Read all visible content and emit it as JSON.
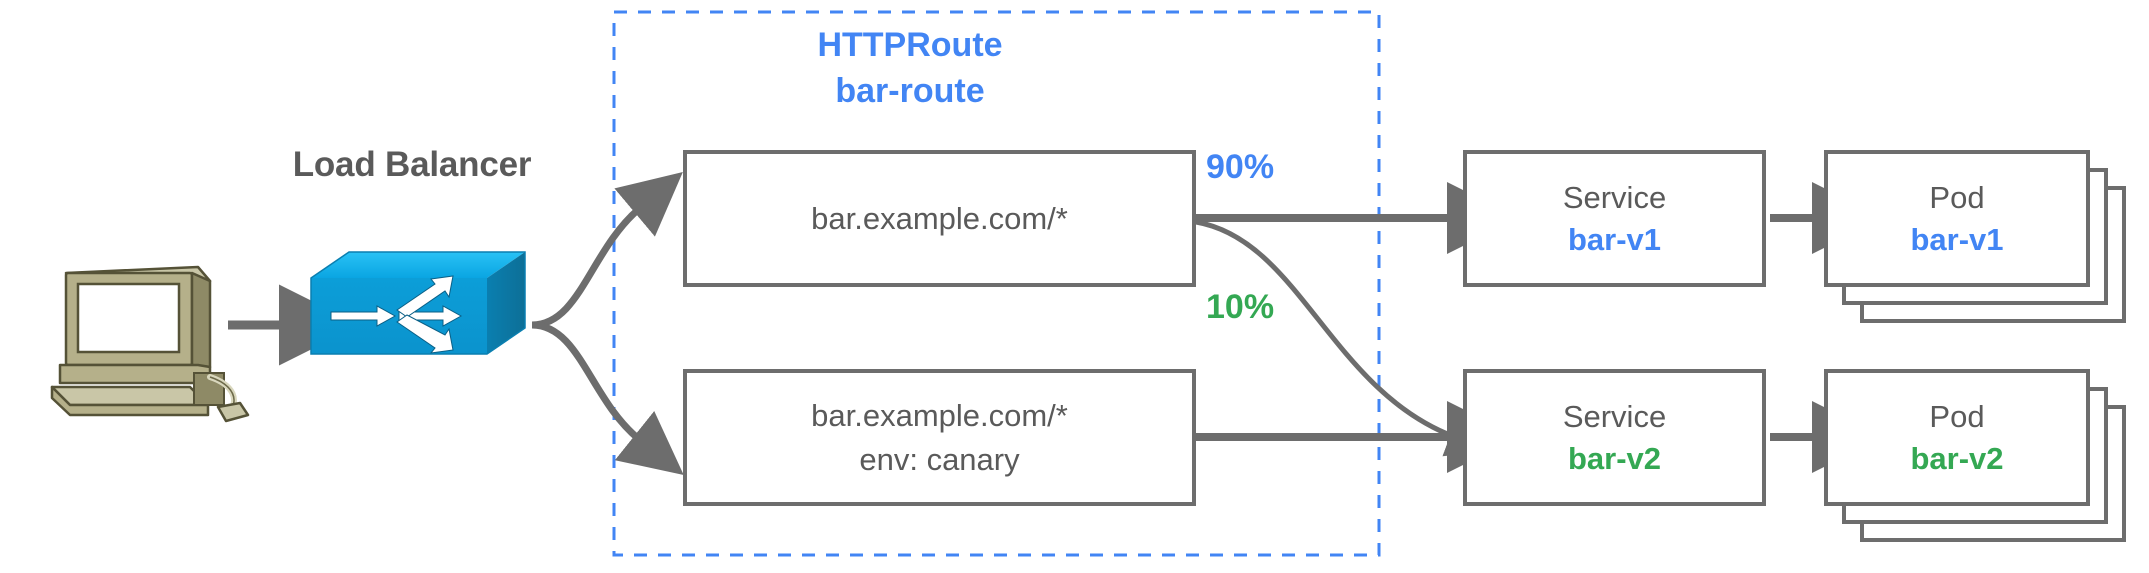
{
  "diagram": {
    "title_group": {
      "line1": "HTTPRoute",
      "line2": "bar-route"
    },
    "load_balancer_label": "Load Balancer",
    "client": {
      "icon": "desktop-computer-icon"
    },
    "switch": {
      "icon": "network-switch-icon"
    },
    "route_rules": [
      {
        "line1": "bar.example.com/*",
        "line2": ""
      },
      {
        "line1": "bar.example.com/*",
        "line2": "env: canary"
      }
    ],
    "weights": [
      {
        "value": "90%",
        "color": "#4285f4"
      },
      {
        "value": "10%",
        "color": "#34a853"
      }
    ],
    "services": [
      {
        "kind": "Service",
        "name": "bar-v1",
        "color": "#4285f4"
      },
      {
        "kind": "Service",
        "name": "bar-v2",
        "color": "#34a853"
      }
    ],
    "pods": [
      {
        "kind": "Pod",
        "name": "bar-v1",
        "color": "#4285f4",
        "replicas": 3
      },
      {
        "kind": "Pod",
        "name": "bar-v2",
        "color": "#34a853",
        "replicas": 3
      }
    ],
    "colors": {
      "blue": "#4285f4",
      "green": "#34a853",
      "gray_stroke": "#6d6d6d",
      "gray_text": "#5a5a5a",
      "switch_blue": "#0b9ad6",
      "computer_beige": "#b5b08a"
    }
  }
}
